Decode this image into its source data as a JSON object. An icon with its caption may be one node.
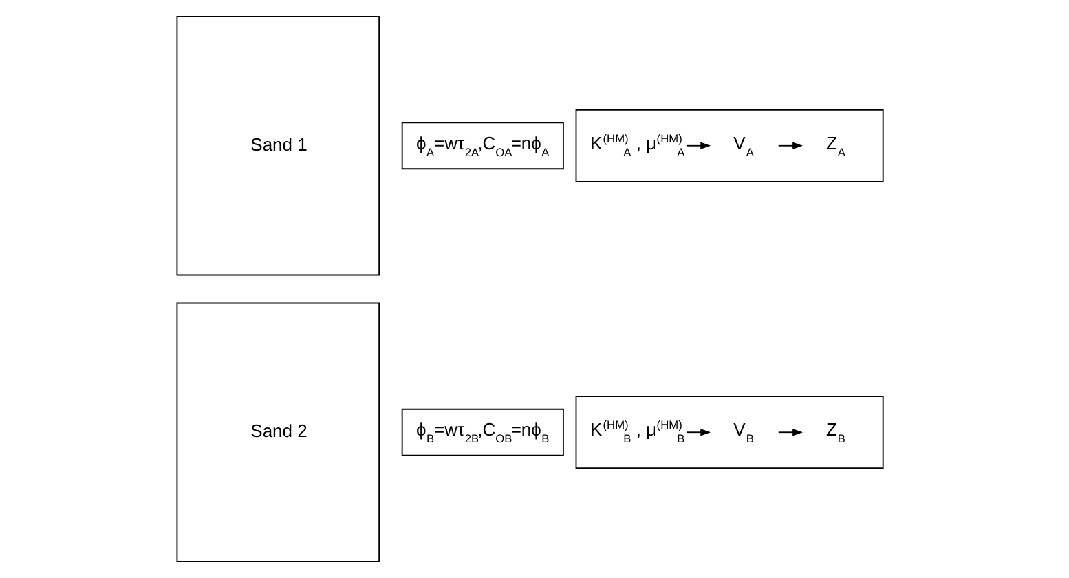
{
  "diagram": {
    "nodes": [
      {
        "text": [
          "Sand 1"
        ]
      },
      {
        "text": [
          "ϕ$_{A}$=wτ$_{2A}$,C$_{OA}$=nϕ$_{A}$"
        ]
      },
      {
        "text": [],
        "shape": "box"
      },
      {
        "text": [
          "K$^{(HM)}$$_{A}$ , μ$^{(HM)}$$_{A}$"
        ],
        "in": 2
      },
      {
        "text": [
          "V$_{A}$"
        ],
        "in": 2
      },
      {
        "text": [
          "Z$_{A}$"
        ],
        "in": 2
      },
      {
        "text": [
          "Sand 2"
        ]
      },
      {
        "text": [
          "ϕ$_{B}$=wτ$_{2B}$,C$_{OB}$=nϕ$_{B}$"
        ]
      },
      {
        "text": [],
        "shape": "box"
      },
      {
        "text": [
          "K$^{(HM)}$$_{B}$ , μ$^{(HM)}$$_{B}$"
        ],
        "in": 8
      },
      {
        "text": [
          "V$_{B}$"
        ],
        "in": 8
      },
      {
        "text": [
          "Z$_{B}$"
        ],
        "in": 8
      }
    ],
    "edges": [
      {
        "from": 3,
        "to": 4,
        "arrow": "to"
      },
      {
        "from": 4,
        "to": 5,
        "arrow": "to"
      },
      {
        "from": 9,
        "to": 10,
        "arrow": "to"
      },
      {
        "from": 10,
        "to": 11,
        "arrow": "to"
      }
    ]
  }
}
